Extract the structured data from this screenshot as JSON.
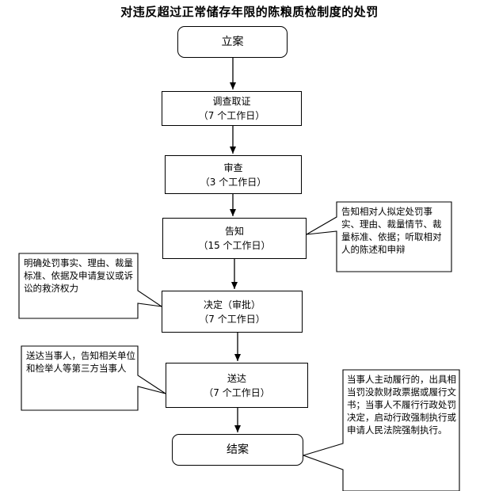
{
  "title": "对违反超过正常储存年限的陈粮质检制度的处罚",
  "steps": {
    "start": {
      "label": "立案"
    },
    "investigate": {
      "label": "调查取证",
      "duration": "（7 个工作日）"
    },
    "review": {
      "label": "审查",
      "duration": "（3 个工作日）"
    },
    "notify": {
      "label": "告知",
      "duration": "（15 个工作日）"
    },
    "decide": {
      "label": "决定（审批）",
      "duration": "（7 个工作日）"
    },
    "deliver": {
      "label": "送达",
      "duration": "（7 个工作日）"
    },
    "close": {
      "label": "结案"
    }
  },
  "notes": {
    "notify_note": "告知相对人拟定处罚事实、理由、裁量情节、裁量标准、依据；听取相对人的陈述和申辩",
    "decide_note": "明确处罚事实、理由、裁量标准、依据及申请复议或诉讼的救济权力",
    "deliver_note": "送达当事人，告知相关单位和检举人等第三方当事人",
    "close_note": "当事人主动履行的，出具相当罚没款财政票据或履行文书；当事人不履行行政处罚决定，启动行政强制执行或申请人民法院强制执行。"
  }
}
